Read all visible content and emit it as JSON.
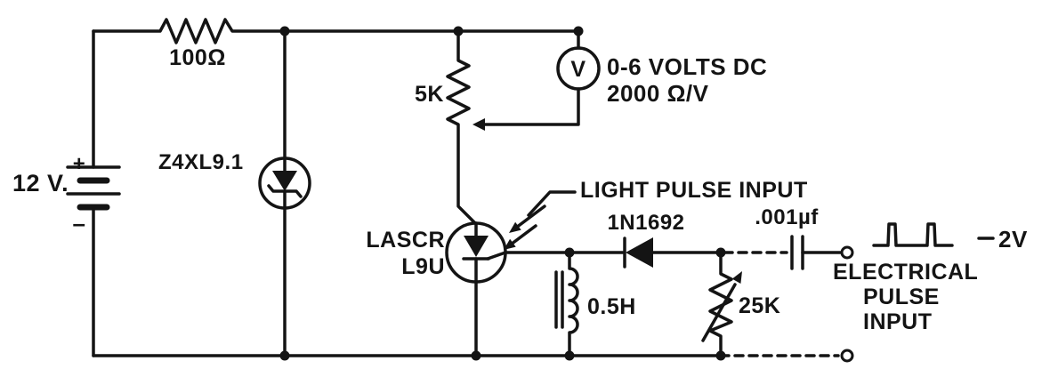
{
  "colors": {
    "ink": "#141414",
    "paper": "#ffffff"
  },
  "schematic": {
    "supply": {
      "voltage": "12 V.",
      "plus": "+",
      "minus": "–"
    },
    "resistor_top": {
      "value": "100Ω"
    },
    "zener": {
      "part": "Z4XL9.1"
    },
    "meter_branch": {
      "pot": "5K"
    },
    "voltmeter": {
      "symbol": "V",
      "range": "0-6 VOLTS DC",
      "sensitivity": "2000 Ω/V"
    },
    "lascr": {
      "name": "LASCR",
      "part": "L9U"
    },
    "light_input": {
      "label": "LIGHT PULSE INPUT"
    },
    "diode": {
      "part": "1N1692"
    },
    "inductor": {
      "value": "0.5H"
    },
    "pot_gate": {
      "value": "25K"
    },
    "capacitor": {
      "value": ".001µf"
    },
    "electrical_input": {
      "amplitude": "2V",
      "line1": "ELECTRICAL",
      "line2": "PULSE",
      "line3": "INPUT"
    }
  }
}
